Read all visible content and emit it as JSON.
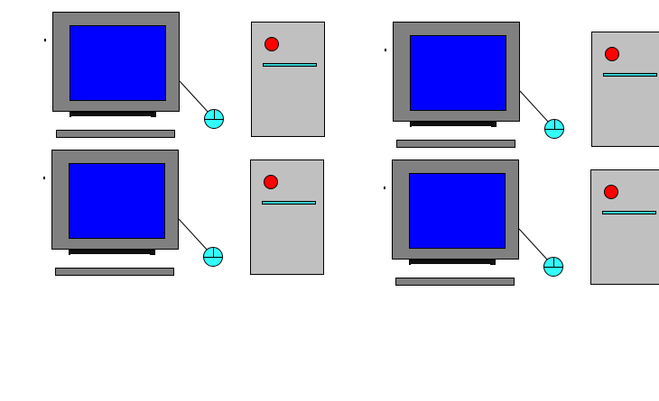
{
  "scene": {
    "type": "network-of-computers",
    "station_count": 4,
    "icons": [
      "desktop-computer-icon"
    ],
    "colors": {
      "background": "#ffffff",
      "monitor_bezel": "#808080",
      "screen": "#0000ff",
      "tower": "#c0c0c0",
      "power_led": "#ff0000",
      "drive_slot": "#33cccc",
      "mouse": "#33ffff",
      "keyboard": "#808080",
      "outline": "#000000"
    }
  },
  "stations": [
    {
      "id": "station-1",
      "icon": "desktop-computer-icon"
    },
    {
      "id": "station-2",
      "icon": "desktop-computer-icon"
    },
    {
      "id": "station-3",
      "icon": "desktop-computer-icon"
    },
    {
      "id": "station-4",
      "icon": "desktop-computer-icon"
    }
  ]
}
